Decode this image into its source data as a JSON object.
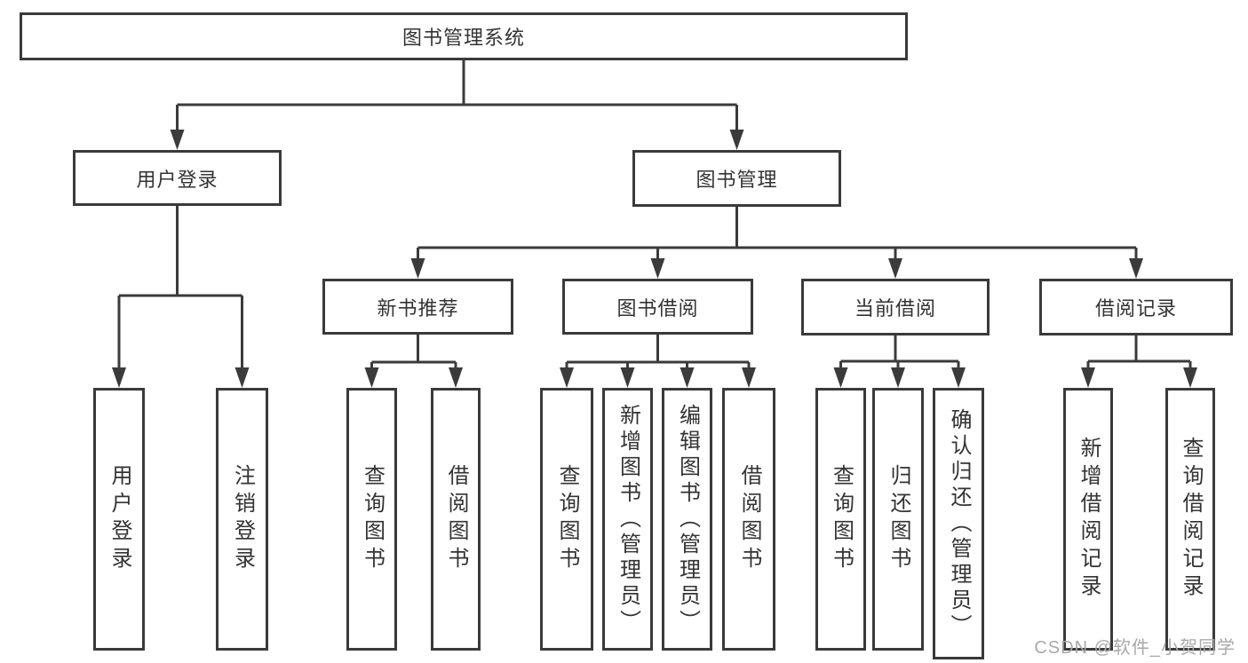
{
  "diagram": {
    "title": "图书管理系统",
    "nodes": {
      "root": "图书管理系统",
      "level2": [
        "用户登录",
        "图书管理"
      ],
      "level3": [
        "新书推荐",
        "图书借阅",
        "当前借阅",
        "借阅记录"
      ],
      "leaves_login": [
        "用户登录",
        "注销登录"
      ],
      "leaves_recommend": [
        "查询图书",
        "借阅图书"
      ],
      "leaves_borrow": [
        "查询图书",
        "新增图书（管理员）",
        "编辑图书（管理员）",
        "借阅图书"
      ],
      "leaves_current": [
        "查询图书",
        "归还图书",
        "确认归还（管理员）"
      ],
      "leaves_records": [
        "新增借阅记录",
        "查询借阅记录"
      ]
    },
    "colors": {
      "line": "#3b3b3b",
      "border": "#3a3a3a",
      "text": "#333333",
      "watermark": "#a9a9a9",
      "background": "#ffffff"
    }
  },
  "watermark": "CSDN @软件_小贺同学"
}
